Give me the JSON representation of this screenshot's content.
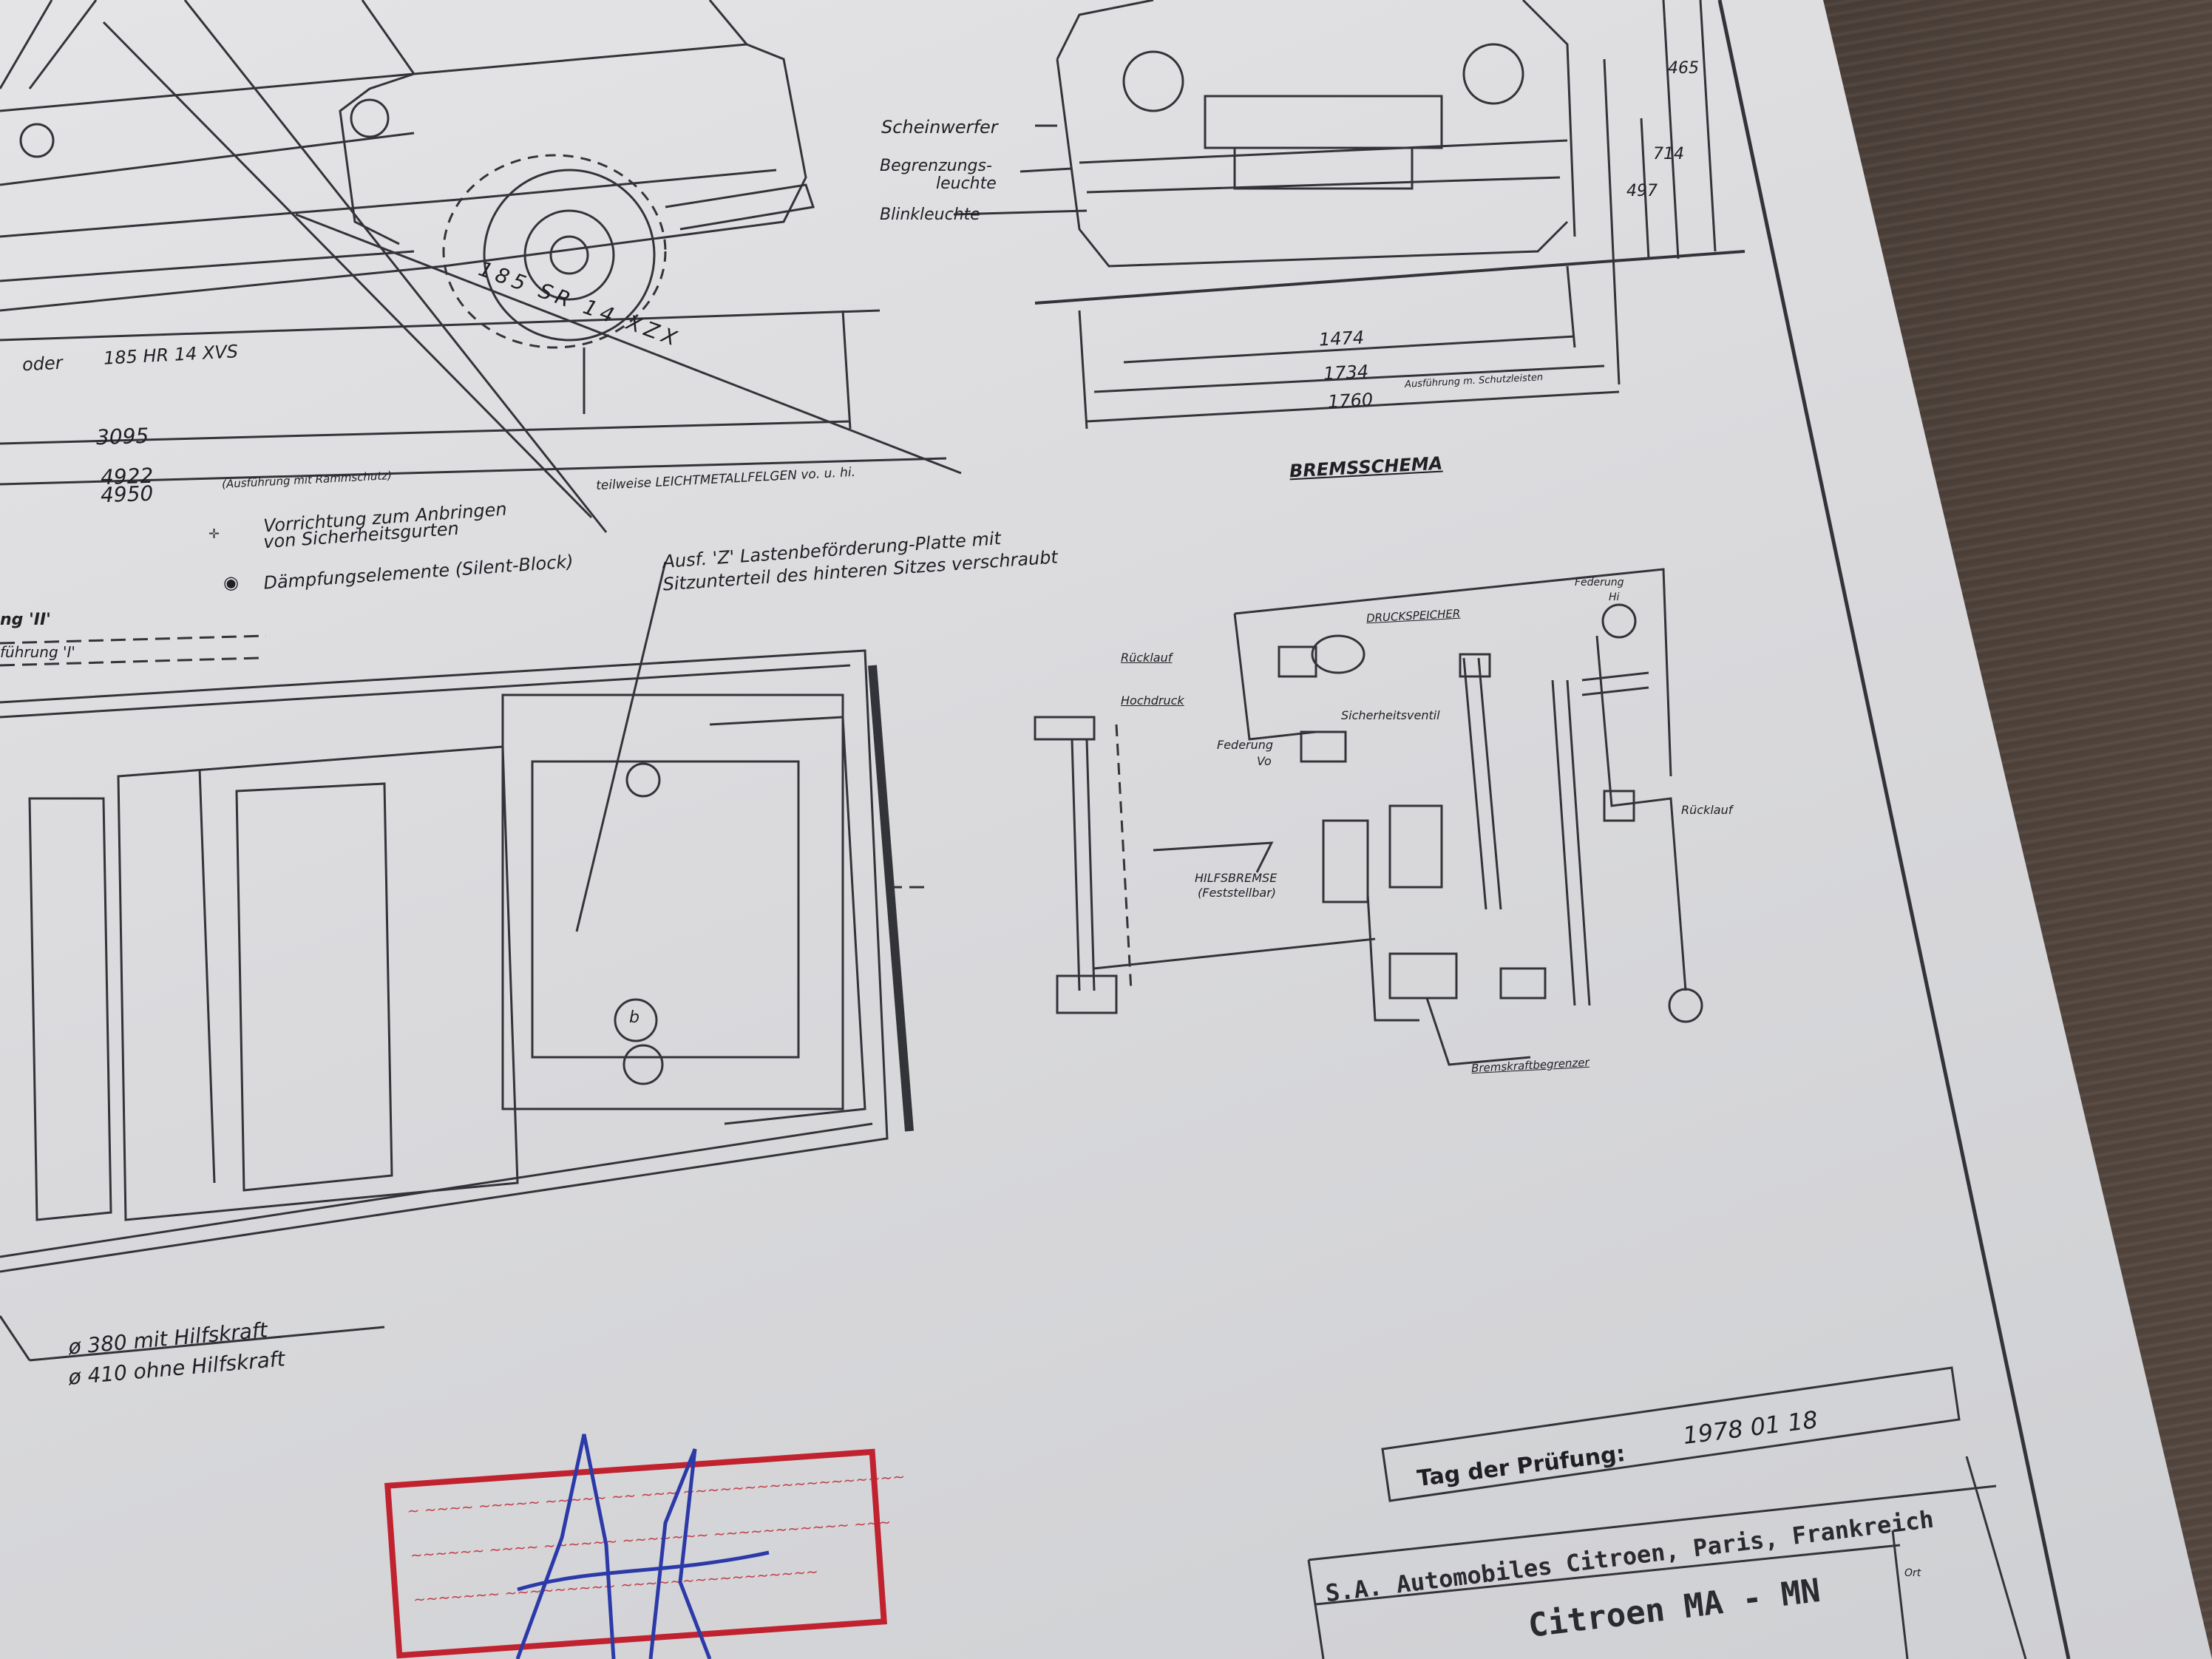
{
  "side_view": {
    "tire_marking": "185 SR 14 XZX",
    "tire_alt_prefix": "oder",
    "tire_alt": "185 HR 14 XVS",
    "dim_wheelbase": "3095",
    "dim_length_1": "4922",
    "dim_length_2": "4950",
    "length_note": "(Ausführung mit Rammschutz)",
    "rims_note": "teilweise LEICHTMETALLFELGEN vo. u. hi."
  },
  "legend": {
    "belt_mount_1": "Vorrichtung zum Anbringen",
    "belt_mount_2": "von Sicherheitsgurten",
    "damping": "Dämpfungselemente (Silent-Block)"
  },
  "plan_view": {
    "variant_ii": "ng 'II'",
    "variant_i": "führung 'I'",
    "option_z_1": "Ausf. 'Z' Lastenbeförderung-Platte mit",
    "option_z_2": "Sitzunterteil des hinteren Sitzes verschraubt",
    "marker_b": "b",
    "brake_1": "ø 380  mit Hilfskraft",
    "brake_2": "ø 410 ohne Hilfskraft"
  },
  "front_view": {
    "headlight": "Scheinwerfer",
    "position_light_1": "Begrenzungs-",
    "position_light_2": "leuchte",
    "indicator": "Blinkleuchte",
    "dim_465": "465",
    "dim_714": "714",
    "dim_497": "497",
    "dim_1474": "1474",
    "dim_1734": "1734",
    "dim_1760": "1760",
    "width_note": "Ausführung m. Schutzleisten"
  },
  "brake_schema": {
    "title": "BREMSSCHEMA",
    "accumulator": "DRUCKSPEICHER",
    "return_left": "Rücklauf",
    "high_pressure": "Hochdruck",
    "safety_valve": "Sicherheitsventil",
    "suspension_front_1": "Federung",
    "suspension_front_2": "Vo",
    "suspension_rear_1": "Federung",
    "suspension_rear_2": "Hi",
    "return_right": "Rücklauf",
    "aux_brake_1": "HILFSBREMSE",
    "aux_brake_2": "(Feststellbar)",
    "brake_limiter": "Bremskraftbegrenzer"
  },
  "title_block": {
    "test_date_label": "Tag der Prüfung:",
    "test_date": "1978 01 18",
    "manufacturer": "S.A. Automobiles Citroen, Paris, Frankreich",
    "model": "Citroen MA - MN",
    "corner_label": "Ort"
  },
  "colors": {
    "ink": "#2a2a30",
    "stamp": "#c0232f",
    "signature": "#2b3aa8",
    "paper": "#dcdcdf"
  }
}
